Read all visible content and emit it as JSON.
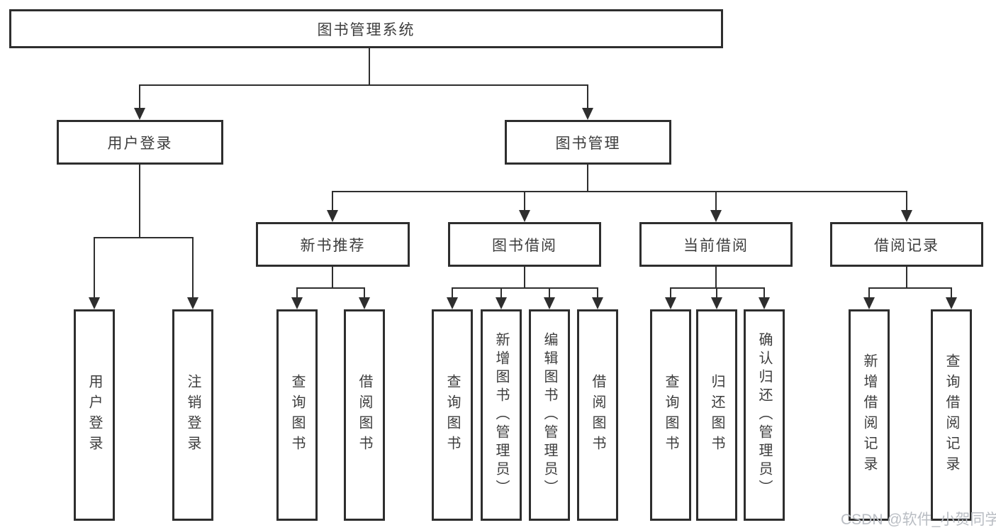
{
  "diagram": {
    "title": "图书管理系统",
    "root": {
      "label": "图书管理系统"
    },
    "level2": [
      {
        "id": "user-login",
        "label": "用户登录"
      },
      {
        "id": "book-management",
        "label": "图书管理"
      }
    ],
    "level3": [
      {
        "id": "new-book-recommend",
        "label": "新书推荐",
        "parent": "图书管理"
      },
      {
        "id": "book-borrow",
        "label": "图书借阅",
        "parent": "图书管理"
      },
      {
        "id": "current-borrow",
        "label": "当前借阅",
        "parent": "图书管理"
      },
      {
        "id": "borrow-records",
        "label": "借阅记录",
        "parent": "图书管理"
      }
    ],
    "leaves": [
      {
        "id": "user-login-leaf",
        "label": "用户登录",
        "parent": "用户登录"
      },
      {
        "id": "logout",
        "label": "注销登录",
        "parent": "用户登录"
      },
      {
        "id": "query-book-1",
        "label": "查询图书",
        "parent": "新书推荐"
      },
      {
        "id": "borrow-book-1",
        "label": "借阅图书",
        "parent": "新书推荐"
      },
      {
        "id": "query-book-2",
        "label": "查询图书",
        "parent": "图书借阅"
      },
      {
        "id": "add-book-admin",
        "label": "新增图书（管理员）",
        "parent": "图书借阅"
      },
      {
        "id": "edit-book-admin",
        "label": "编辑图书（管理员）",
        "parent": "图书借阅"
      },
      {
        "id": "borrow-book-2",
        "label": "借阅图书",
        "parent": "图书借阅"
      },
      {
        "id": "query-book-3",
        "label": "查询图书",
        "parent": "当前借阅"
      },
      {
        "id": "return-book",
        "label": "归还图书",
        "parent": "当前借阅"
      },
      {
        "id": "confirm-return-admin",
        "label": "确认归还（管理员）",
        "parent": "当前借阅"
      },
      {
        "id": "add-borrow-record",
        "label": "新增借阅记录",
        "parent": "借阅记录"
      },
      {
        "id": "query-borrow-record",
        "label": "查询借阅记录",
        "parent": "借阅记录"
      }
    ]
  },
  "watermark": {
    "text": "CSDN @软件_小贺同学"
  },
  "colors": {
    "line": "#2e2e2e",
    "text": "#3d3d3d",
    "box_bg": "#ffffff",
    "page_bg": "#ffffff",
    "watermark": "#b9bdc3"
  }
}
